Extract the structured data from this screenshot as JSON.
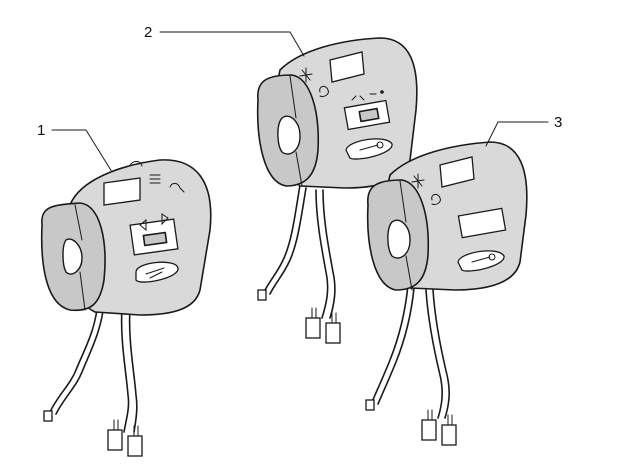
{
  "callouts": [
    {
      "id": "1",
      "label": "1"
    },
    {
      "id": "2",
      "label": "2"
    },
    {
      "id": "3",
      "label": "3"
    }
  ],
  "icons": [
    "headlight-high-beam-icon",
    "turn-signal-arrows-icon",
    "horn-icon",
    "light-switch-icon",
    "kill-switch-icon"
  ],
  "colors": {
    "ink": "#1a1a1a",
    "housing": "#d9d9d9",
    "background": "#ffffff"
  }
}
